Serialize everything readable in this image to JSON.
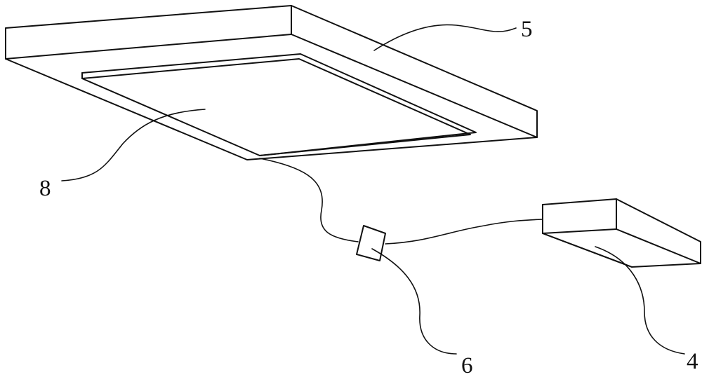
{
  "labels": {
    "plate": "5",
    "panel": "8",
    "connector": "6",
    "box": "4"
  },
  "colors": {
    "line": "#111111",
    "background": "#ffffff"
  }
}
